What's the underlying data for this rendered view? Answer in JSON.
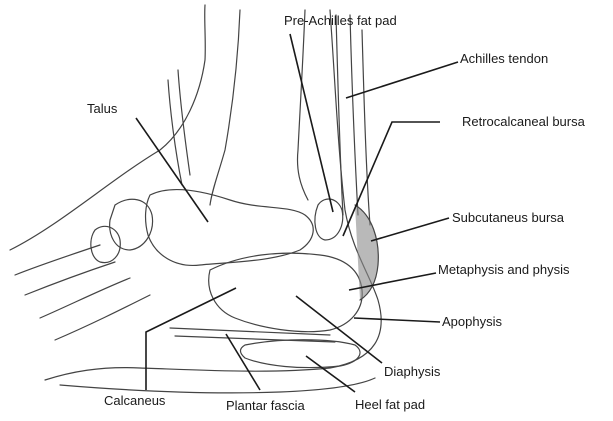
{
  "figure": {
    "labels": {
      "pre_achilles_fat_pad": "Pre-Achilles fat pad",
      "achilles_tendon": "Achilles tendon",
      "talus": "Talus",
      "retrocalcaneal_bursa": "Retrocalcaneal bursa",
      "subcutaneus_bursa": "Subcutaneus bursa",
      "metaphysis_and_physis": "Metaphysis and physis",
      "apophysis": "Apophysis",
      "diaphysis": "Diaphysis",
      "calcaneus": "Calcaneus",
      "plantar_fascia": "Plantar fascia",
      "heel_fat_pad": "Heel fat pad"
    }
  }
}
